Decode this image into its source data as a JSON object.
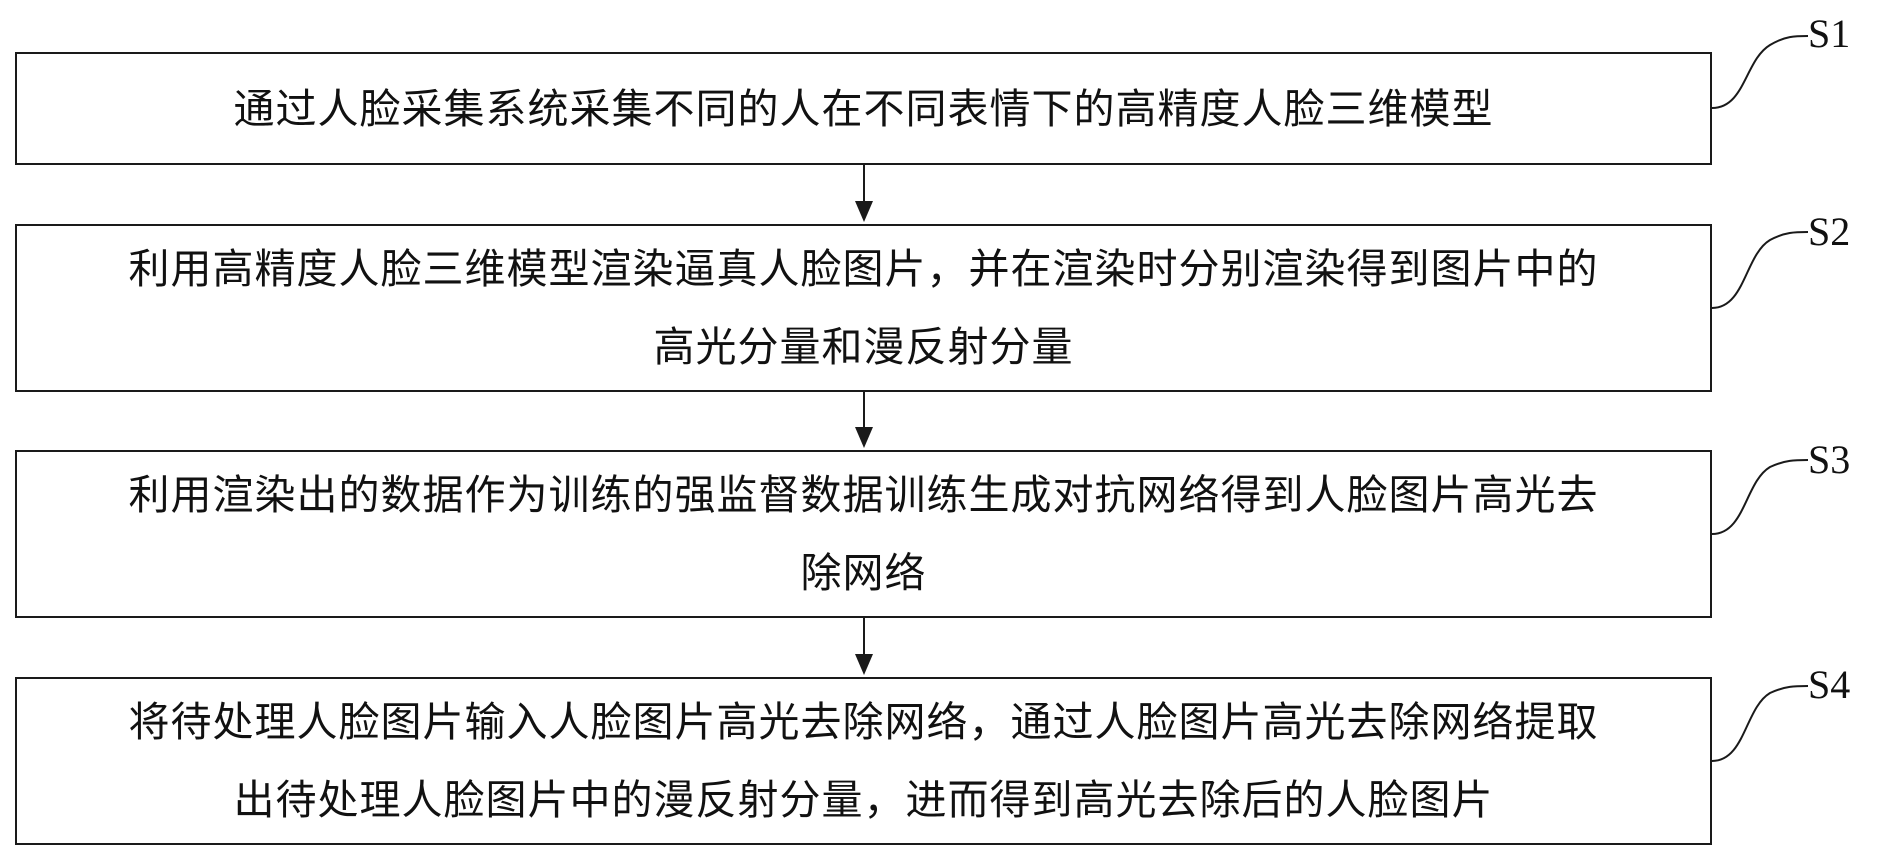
{
  "steps": [
    {
      "label": "S1",
      "lines": [
        "通过人脸采集系统采集不同的人在不同表情下的高精度人脸三维模型"
      ]
    },
    {
      "label": "S2",
      "lines": [
        "利用高精度人脸三维模型渲染逼真人脸图片，并在渲染时分别渲染得到图片中的",
        "高光分量和漫反射分量"
      ]
    },
    {
      "label": "S3",
      "lines": [
        "利用渲染出的数据作为训练的强监督数据训练生成对抗网络得到人脸图片高光去",
        "除网络"
      ]
    },
    {
      "label": "S4",
      "lines": [
        "将待处理人脸图片输入人脸图片高光去除网络，通过人脸图片高光去除网络提取",
        "出待处理人脸图片中的漫反射分量，进而得到高光去除后的人脸图片"
      ]
    }
  ],
  "colors": {
    "stroke": "#1a1a1a",
    "text": "#111111",
    "background": "#ffffff"
  }
}
